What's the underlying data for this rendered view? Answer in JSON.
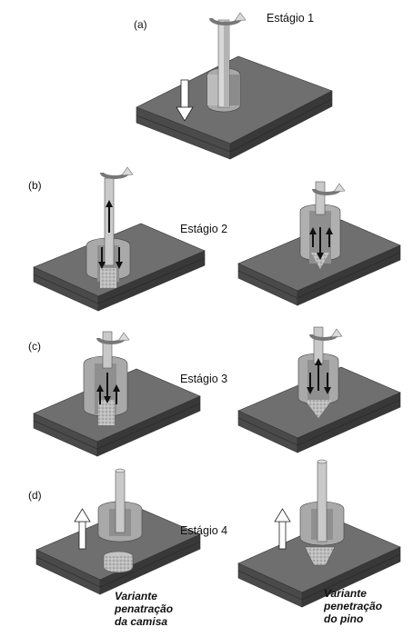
{
  "labels": {
    "a": "(a)",
    "b": "(b)",
    "c": "(c)",
    "d": "(d)"
  },
  "stages": {
    "s1": "Estágio 1",
    "s2": "Estágio 2",
    "s3": "Estágio 3",
    "s4": "Estágio 4"
  },
  "captions": {
    "left": [
      "Variante",
      "penatração",
      "da camisa"
    ],
    "right": [
      "Variante",
      "penetração",
      "do pino"
    ]
  },
  "colors": {
    "plate_top": "#6f6f6f",
    "plate_front": "#4a4a4a",
    "plate_side": "#383838",
    "tool_light": "#d8d8d8",
    "tool_mid": "#a9a9a9",
    "tool_dark": "#767676",
    "arrow_black": "#111111",
    "arrow_white": "#ffffff"
  }
}
